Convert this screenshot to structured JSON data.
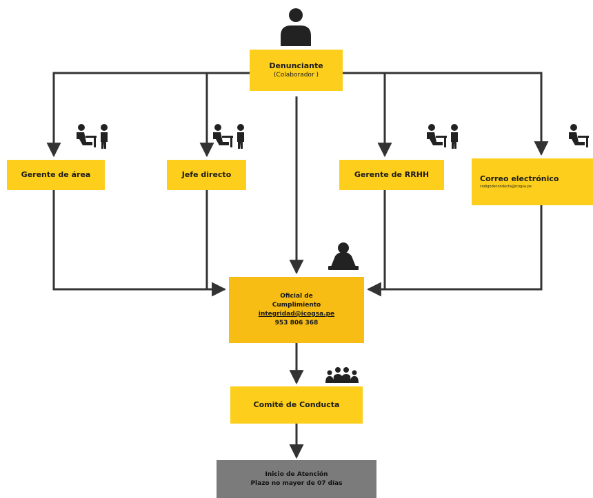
{
  "nodes": {
    "denunciante": {
      "title": "Denunciante",
      "subtitle": "(Colaborador )"
    },
    "gerente_area": {
      "title": "Gerente de área"
    },
    "jefe_directo": {
      "title": "Jefe directo"
    },
    "gerente_rrhh": {
      "title": "Gerente de RRHH"
    },
    "correo": {
      "title": "Correo electrónico",
      "email": "codigodeconducta@icogsa.pe"
    },
    "oficial": {
      "line1": "Oficial de",
      "line2": "Cumplimiento",
      "email": "integridad@icogsa.pe",
      "phone": "953 806 368"
    },
    "comite": {
      "title": "Comité de Conducta"
    },
    "inicio": {
      "line1": "Inicio de Atención",
      "line2": "Plazo no mayor de 07 días"
    }
  },
  "colors": {
    "box_yellow": "#fdcf1c",
    "box_orange": "#f7bd14",
    "box_gray": "#7b7b7b",
    "connector": "#333333",
    "icon": "#222222"
  },
  "icons": {
    "denunciante": "person-icon",
    "channels": "desk-worker-icon",
    "oficial": "officer-at-desk-icon",
    "comite": "committee-group-icon"
  }
}
